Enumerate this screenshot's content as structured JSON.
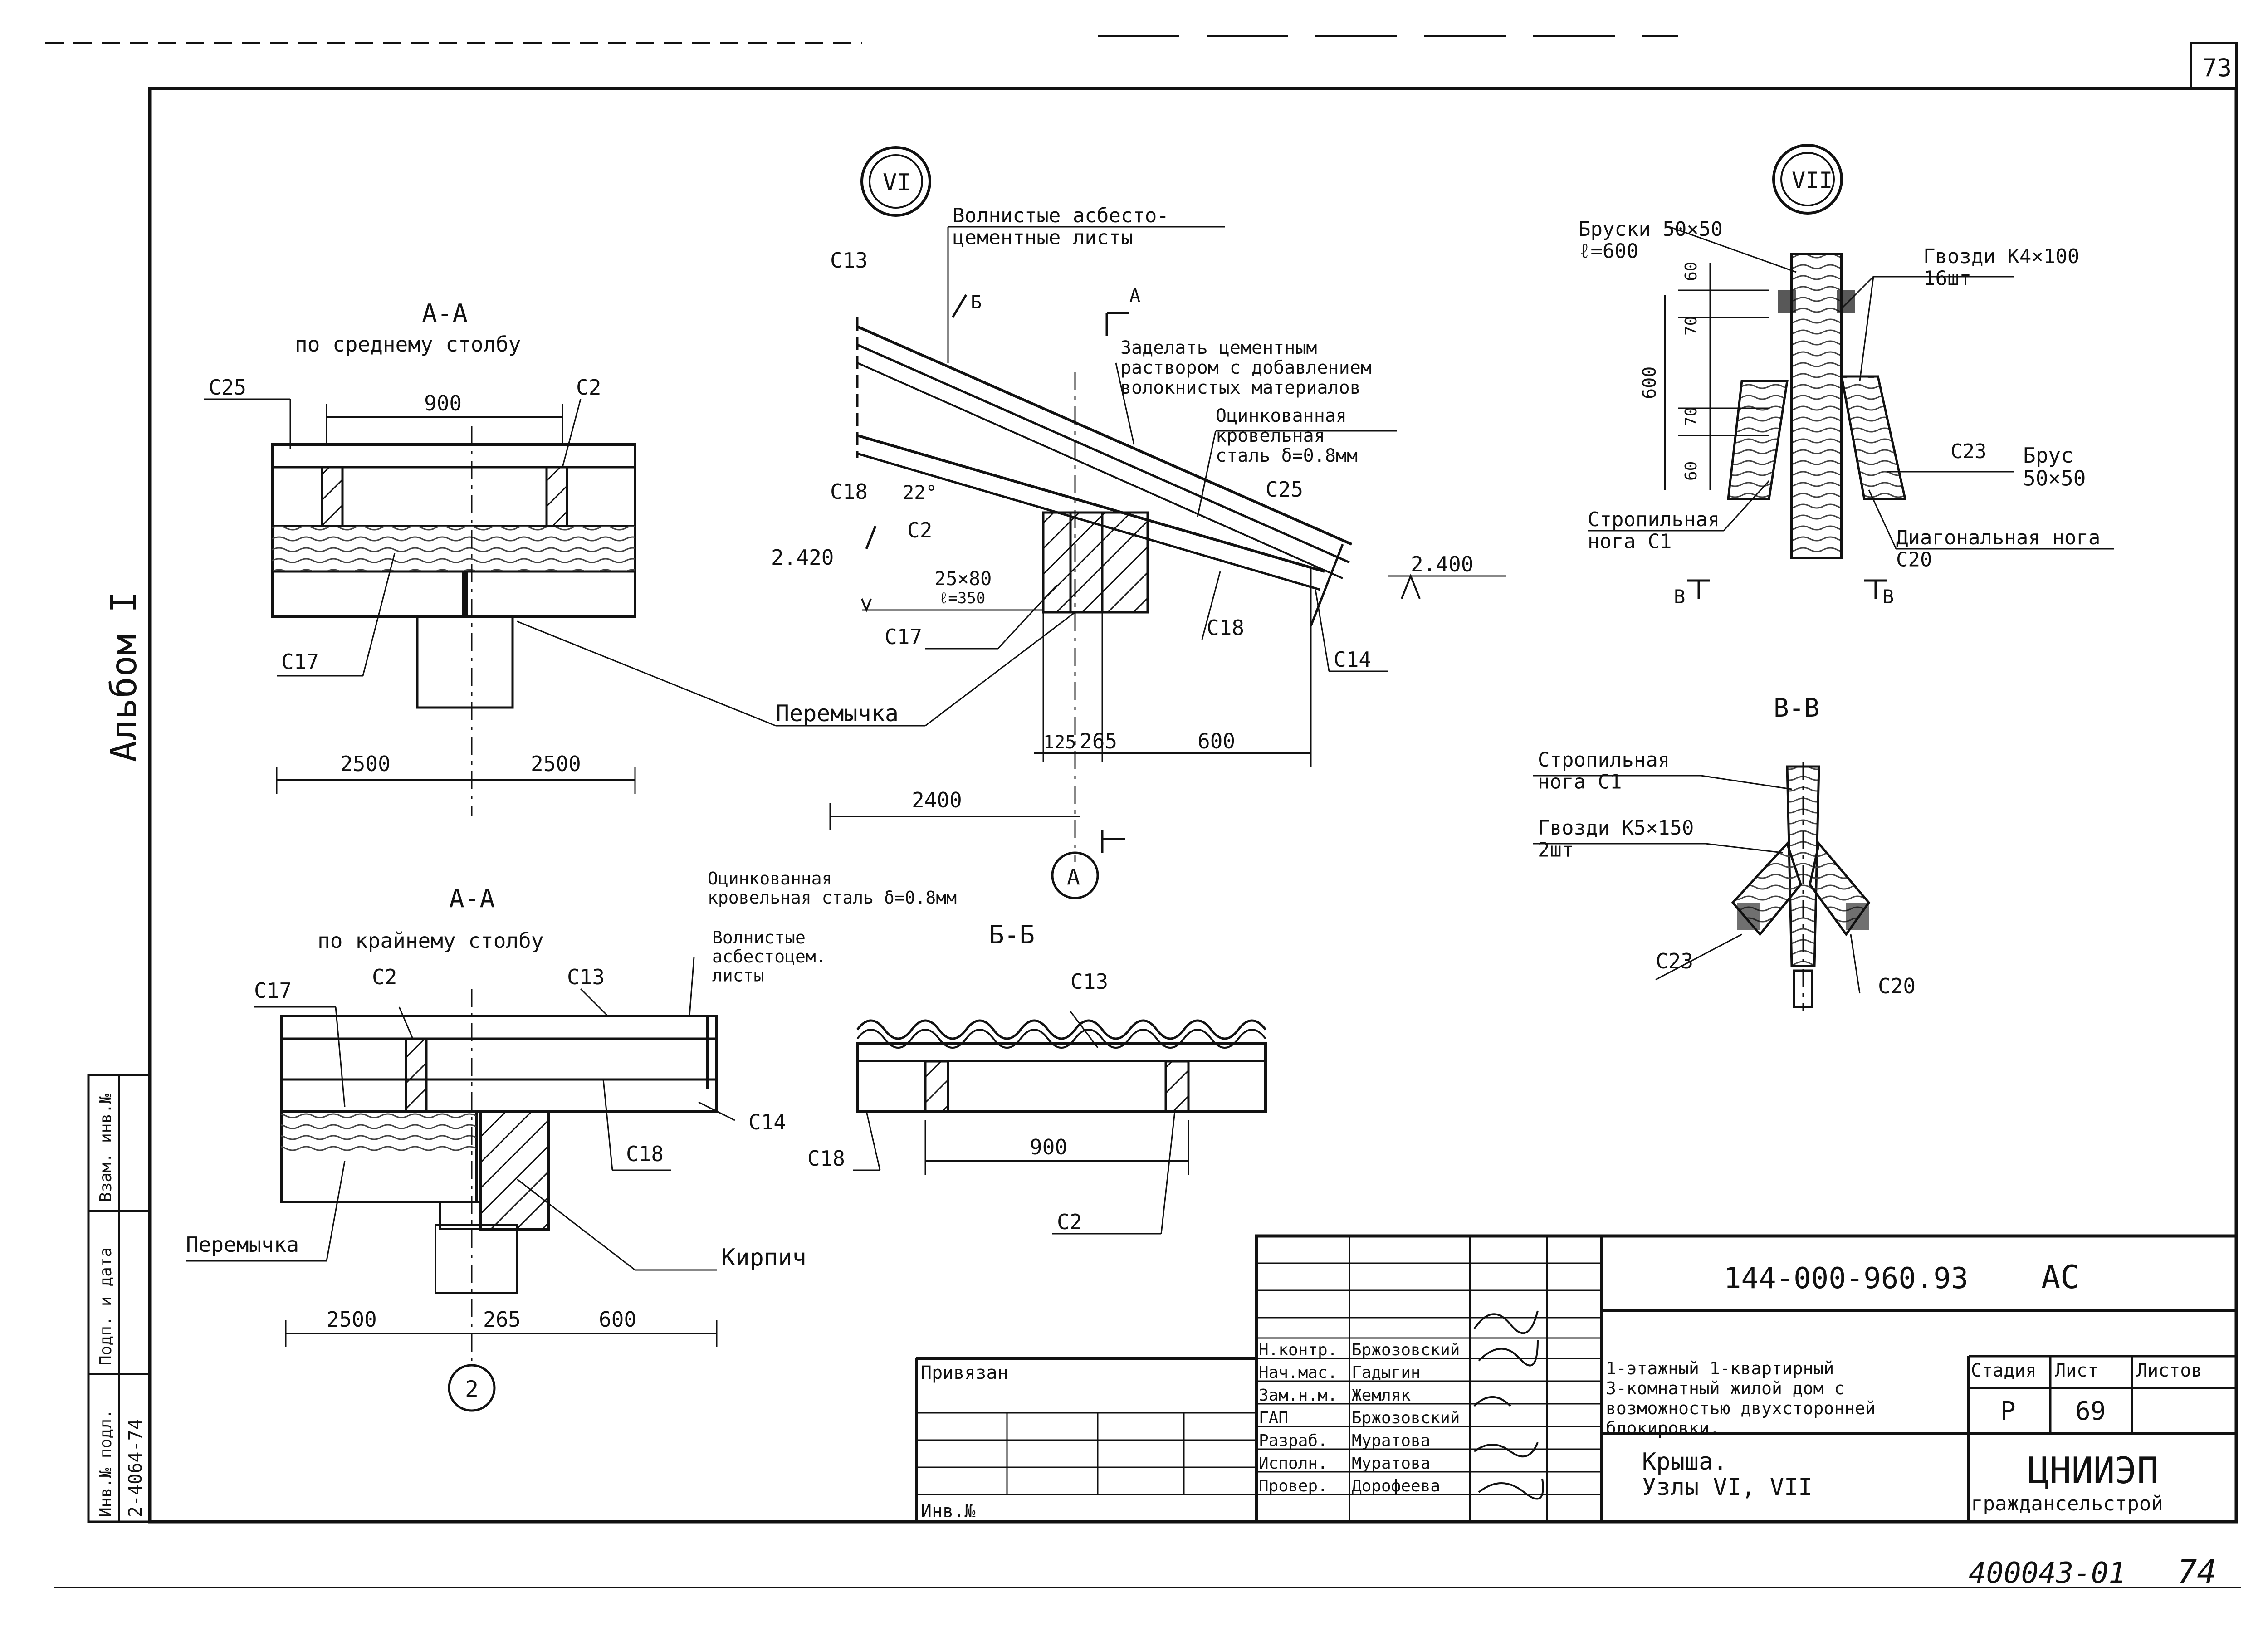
{
  "sheet": {
    "page_top": "73",
    "page_bottom_handwritten": "74",
    "archive_number": "400043-01",
    "album": "Альбом I"
  },
  "left_stamp": {
    "inv_label": "Инв.№ подл.",
    "sign_label": "Подп. и дата",
    "replace_label": "Взам. инв.№",
    "inv_value": "2-4064-74"
  },
  "node_vi": {
    "marker": "VI",
    "sheets_label": "Волнистые асбесто-\nцементные листы",
    "cement_note": "Заделать цементным\nраствором с добавлением\nволокнистых материалов",
    "steel_note": "Оцинкованная\nкровельная\nсталь δ=0.8мм",
    "marks": [
      "С13",
      "С18",
      "С2",
      "С25",
      "С17",
      "С18",
      "С14"
    ],
    "angle": "22°",
    "beam": "25×80",
    "beam_len": "ℓ=350",
    "elev_1": "2.420",
    "elev_2": "2.400",
    "dims": [
      "125",
      "265",
      "600",
      "2400"
    ],
    "cut_b": "Б",
    "cut_a": "А",
    "axis": "А",
    "lintel": "Перемычка"
  },
  "section_aa_mid": {
    "title": "А-А",
    "subtitle": "по среднему столбу",
    "dim_top": "900",
    "marks": [
      "С25",
      "С2",
      "С17"
    ],
    "dims": [
      "2500",
      "2500"
    ]
  },
  "node_vii": {
    "marker": "VII",
    "bars_label": "Бруски 50×50\nℓ=600",
    "nails_label": "Гвозди К4×100\n16шт",
    "brus_label": "Брус\n50×50",
    "rafter_label": "Стропильная\nнога С1",
    "diag_label": "Диагональная нога\nС20",
    "mark": "С23",
    "dims": [
      "60",
      "70",
      "600",
      "70",
      "60"
    ],
    "cut": "В"
  },
  "section_vv": {
    "title": "В-В",
    "rafter_label": "Стропильная\nнога С1",
    "nails_label": "Гвозди К5×150\n2шт",
    "marks": [
      "С23",
      "С20"
    ]
  },
  "section_aa_edge": {
    "title": "А-А",
    "subtitle": "по крайнему столбу",
    "steel_note": "Оцинкованная\nкровельная сталь δ=0.8мм",
    "marks": [
      "С17",
      "С2",
      "С13",
      "С18",
      "С14"
    ],
    "lintel": "Перемычка",
    "brick": "Кирпич",
    "dims": [
      "2500",
      "265",
      "600"
    ],
    "axis": "2"
  },
  "section_bb": {
    "title": "Б-Б",
    "sheets_label": "Волнистые\nасбестоцем.\nлисты",
    "marks": [
      "С13",
      "С18",
      "С2"
    ],
    "dim": "900"
  },
  "title_block": {
    "code": "144-000-960.93",
    "set": "АС",
    "bound_label": "Привязан",
    "inv_label": "Инв.№",
    "roles": [
      "Н.контр.",
      "Нач.мас.",
      "Зам.н.м.",
      "ГАП",
      "Разраб.",
      "Исполн.",
      "Провер."
    ],
    "names": [
      "Бржозовский",
      "Гадыгин",
      "Жемляк",
      "Бржозовский",
      "Муратова",
      "Муратова",
      "Дорофеева"
    ],
    "project": "1-этажный 1-квартирный\n3-комнатный жилой дом с\nвозможностью двухсторонней\nблокировки.",
    "sheet_title": "Крыша.\nУзлы VI, VII",
    "stage_label": "Стадия",
    "sheet_label": "Лист",
    "sheets_label": "Листов",
    "stage": "Р",
    "sheet": "69",
    "sheets": "",
    "org": "ЦНИИЭП",
    "org_sub": "граждансельстрой"
  }
}
